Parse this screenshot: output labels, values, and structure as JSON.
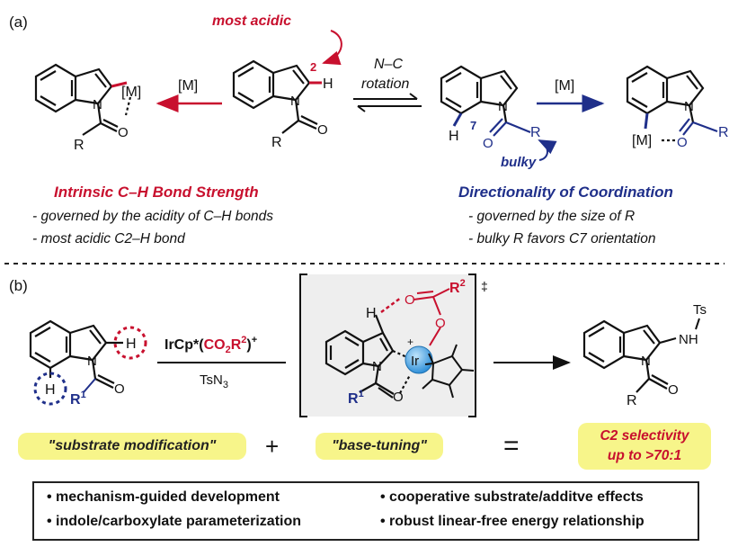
{
  "panel_a": {
    "label": "(a)",
    "most_acidic": "most acidic",
    "pos2": "2",
    "pos7": "7",
    "m_left": "[M]",
    "m_right": "[M]",
    "nc": "N–C",
    "rotation": "rotation",
    "bulky": "bulky",
    "left_title": "Intrinsic C–H Bond Strength",
    "left_line1": "- governed by the acidity of C–H bonds",
    "left_line2": "- most acidic C2–H bond",
    "right_title": "Directionality of Coordination",
    "right_line1": "- governed by the size of R",
    "right_line2": "- bulky R favors C7 orientation",
    "atoms": {
      "N": "N",
      "O": "O",
      "R": "R",
      "H": "H",
      "M": "[M]"
    }
  },
  "panel_b": {
    "label": "(b)",
    "reagent_main": "IrCp*(",
    "reagent_red": "CO",
    "reagent_sub2": "2",
    "reagent_r": "R",
    "reagent_sup2": "2",
    "reagent_end": ")",
    "reagent_plus": "+",
    "tsn3_a": "TsN",
    "tsn3_sub": "3",
    "ir": "Ir",
    "ir_plus": "+",
    "dagger": "‡",
    "r1": "R",
    "r1_sup": "1",
    "r2": "R",
    "r2_sup": "2",
    "ts": "Ts",
    "nh": "NH",
    "substrate_modification": "\"substrate modification\"",
    "base_tuning": "\"base-tuning\"",
    "plus": "+",
    "equals": "=",
    "c2_selectivity_1": "C2 selectivity",
    "c2_selectivity_2": "up to >70:1",
    "bullets": [
      "mechanism-guided development",
      "cooperative substrate/additve effects",
      "indole/carboxylate parameterization",
      "robust linear-free energy relationship"
    ]
  },
  "colors": {
    "red": "#c8102e",
    "blue": "#1f2f8a",
    "yellow": "#f7f58a",
    "ir_blue": "#4aa8e6",
    "ts_box": "#eeeeee"
  }
}
